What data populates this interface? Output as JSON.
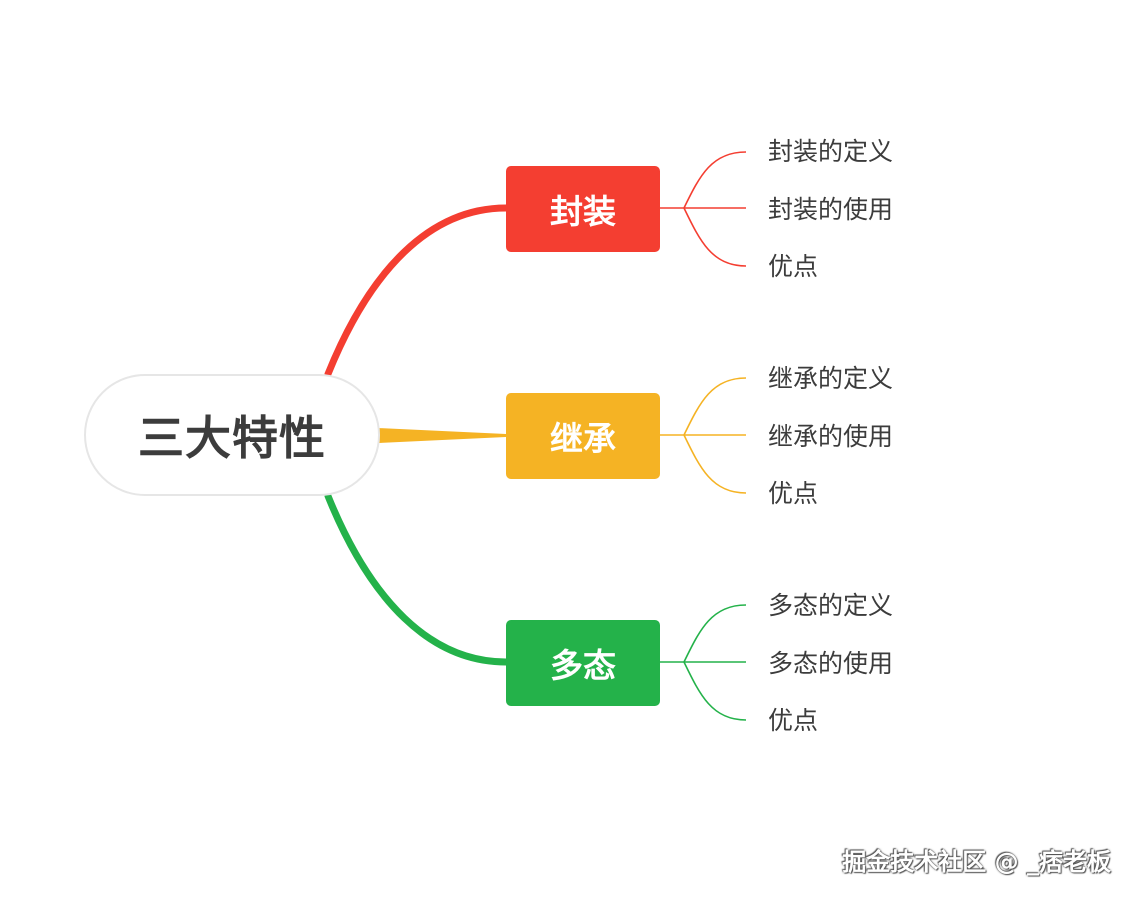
{
  "root": {
    "label": "三大特性"
  },
  "branches": [
    {
      "label": "封装",
      "color": "#f43e31",
      "children": [
        "封装的定义",
        "封装的使用",
        "优点"
      ]
    },
    {
      "label": "继承",
      "color": "#f5b324",
      "children": [
        "继承的定义",
        "继承的使用",
        "优点"
      ]
    },
    {
      "label": "多态",
      "color": "#24b24a",
      "children": [
        "多态的定义",
        "多态的使用",
        "优点"
      ]
    }
  ],
  "watermark": {
    "text": "掘金技术社区 @ _痞老板"
  }
}
